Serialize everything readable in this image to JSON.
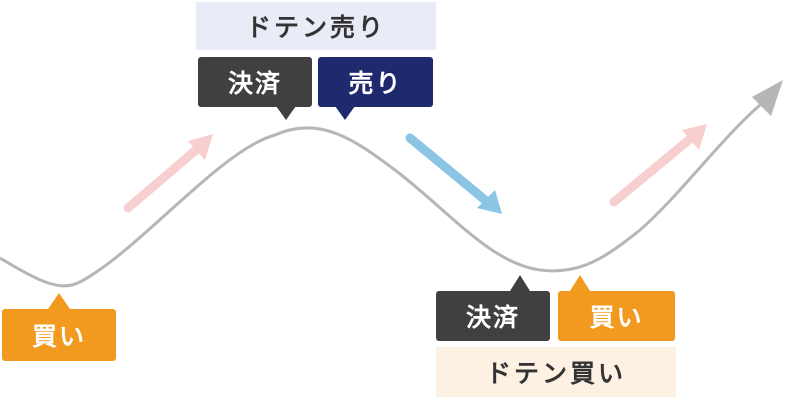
{
  "colors": {
    "curve": "#b6b6b6",
    "buy": "#f29a1f",
    "sell": "#1f2a6e",
    "settle": "#404040",
    "up_arrow": "#f7cfcf",
    "down_arrow": "#8cc5e4",
    "doten_sell_bg": "#e9ebf7",
    "doten_buy_bg": "#fdf1e3",
    "banner_text": "#333333"
  },
  "labels": {
    "buy_left": "買い",
    "settle_top": "決済",
    "sell_top": "売り",
    "doten_sell": "ドテン売り",
    "settle_bottom": "決済",
    "buy_bottom": "買い",
    "doten_buy": "ドテン買い"
  }
}
